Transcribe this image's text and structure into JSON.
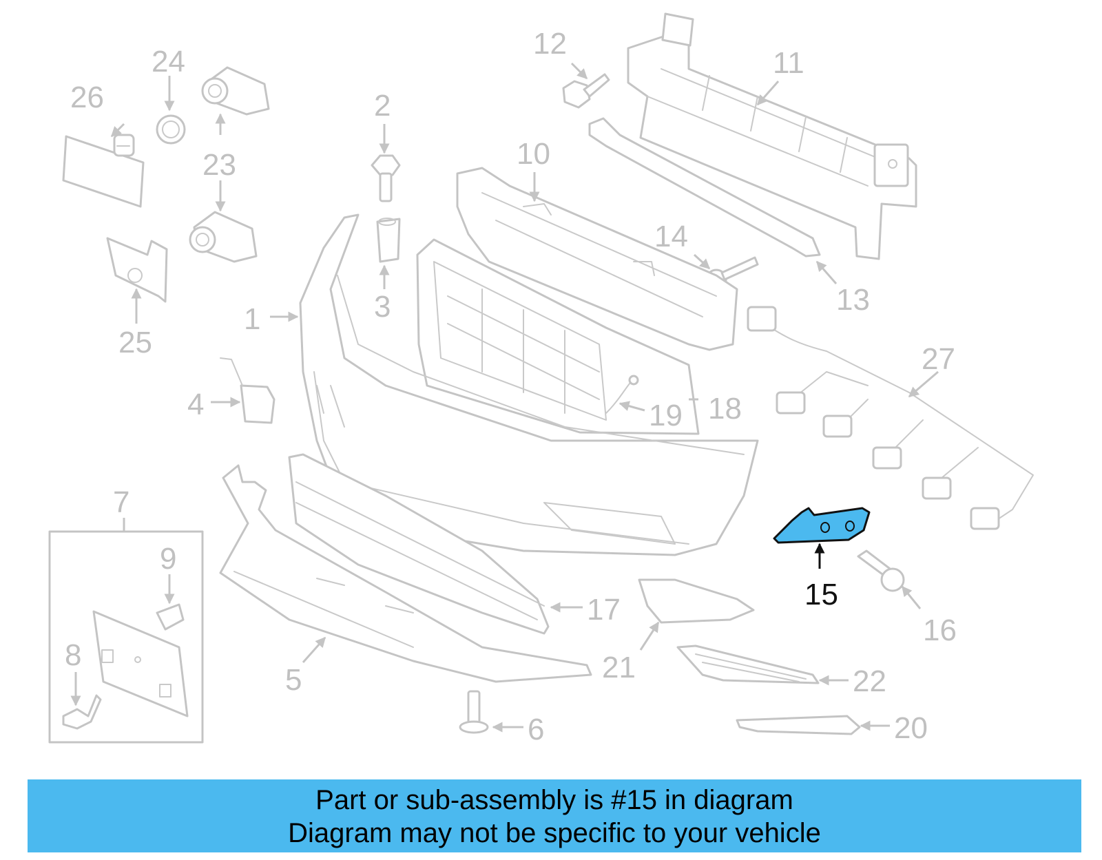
{
  "highlight_color": "#4bb9ef",
  "highlighted_part": "15",
  "callouts": {
    "p1": "1",
    "p2": "2",
    "p3": "3",
    "p4": "4",
    "p5": "5",
    "p6": "6",
    "p7": "7",
    "p8": "8",
    "p9": "9",
    "p10": "10",
    "p11": "11",
    "p12": "12",
    "p13": "13",
    "p14": "14",
    "p15": "15",
    "p16": "16",
    "p17": "17",
    "p18": "18",
    "p19": "19",
    "p20": "20",
    "p21": "21",
    "p22": "22",
    "p23": "23",
    "p24": "24",
    "p25": "25",
    "p26": "26",
    "p27": "27"
  },
  "caption": {
    "line1": "Part or sub-assembly is #15 in diagram",
    "line2": "Diagram may not be specific to your vehicle"
  }
}
